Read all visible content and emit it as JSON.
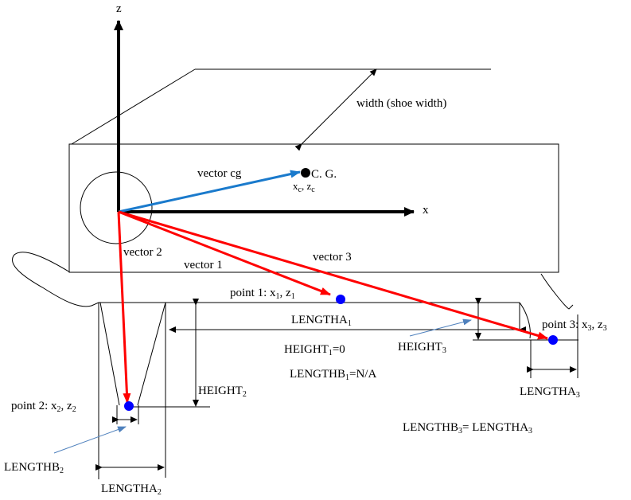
{
  "axes": {
    "z_label": "z",
    "x_label": "x"
  },
  "labels": {
    "width": "width (shoe width)",
    "cg": "C. G.",
    "cg_coords": {
      "x": "x",
      "x_sub": "c",
      "sep": ", ",
      "z": "z",
      "z_sub": "c"
    },
    "vector_cg": "vector cg",
    "vector_1": "vector 1",
    "vector_2": "vector 2",
    "vector_3": "vector 3",
    "point_1": {
      "prefix": "point 1: x",
      "sub1": "1",
      "mid": ", z",
      "sub2": "1"
    },
    "point_2": {
      "prefix": "point 2: x",
      "sub1": "2",
      "mid": ", z",
      "sub2": "2"
    },
    "point_3": {
      "prefix": "point 3: x",
      "sub1": "3",
      "mid": ", z",
      "sub2": "3"
    },
    "lengtha_1": {
      "text": "LENGTHA",
      "sub": "1"
    },
    "lengtha_2": {
      "text": "LENGTHA",
      "sub": "2"
    },
    "lengtha_3": {
      "text": "LENGTHA",
      "sub": "3"
    },
    "lengthb_2": {
      "text": "LENGTHB",
      "sub": "2"
    },
    "height_1": {
      "text": "HEIGHT",
      "sub": "1",
      "suffix": "=0"
    },
    "height_2": {
      "text": "HEIGHT",
      "sub": "2"
    },
    "height_3": {
      "text": "HEIGHT",
      "sub": "3"
    },
    "lengthb_1": {
      "text": "LENGTHB",
      "sub": "1",
      "suffix": "=N/A"
    },
    "lengthb_3_eq": {
      "text": "LENGTHB",
      "sub": "3",
      "mid": "= LENGTHA",
      "sub2": "3"
    }
  },
  "colors": {
    "vector_red": "#ff0000",
    "vector_cg_blue": "#1a7acc",
    "point_blue": "#0000ff",
    "pointer_blue": "#4f81bd",
    "line_black": "#000000"
  }
}
